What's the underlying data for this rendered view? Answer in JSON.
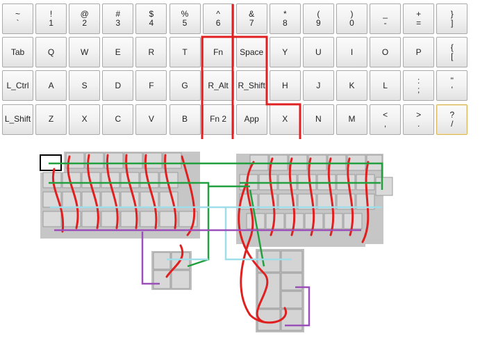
{
  "keyboard": {
    "rows": [
      [
        {
          "top": "~",
          "bottom": "`"
        },
        {
          "top": "!",
          "bottom": "1"
        },
        {
          "top": "@",
          "bottom": "2"
        },
        {
          "top": "#",
          "bottom": "3"
        },
        {
          "top": "$",
          "bottom": "4"
        },
        {
          "top": "%",
          "bottom": "5"
        },
        {
          "top": "^",
          "bottom": "6"
        },
        {
          "top": "&",
          "bottom": "7"
        },
        {
          "top": "*",
          "bottom": "8"
        },
        {
          "top": "(",
          "bottom": "9"
        },
        {
          "top": ")",
          "bottom": "0"
        },
        {
          "top": "_",
          "bottom": "-"
        },
        {
          "top": "+",
          "bottom": "="
        },
        {
          "top": "}",
          "bottom": "]"
        }
      ],
      [
        {
          "label": "Tab"
        },
        {
          "label": "Q"
        },
        {
          "label": "W"
        },
        {
          "label": "E"
        },
        {
          "label": "R"
        },
        {
          "label": "T"
        },
        {
          "label": "Fn"
        },
        {
          "label": "Space"
        },
        {
          "label": "Y"
        },
        {
          "label": "U"
        },
        {
          "label": "I"
        },
        {
          "label": "O"
        },
        {
          "label": "P"
        },
        {
          "top": "{",
          "bottom": "["
        }
      ],
      [
        {
          "label": "L_Ctrl"
        },
        {
          "label": "A"
        },
        {
          "label": "S"
        },
        {
          "label": "D"
        },
        {
          "label": "F"
        },
        {
          "label": "G"
        },
        {
          "label": "R_Alt"
        },
        {
          "label": "R_Shift"
        },
        {
          "label": "H"
        },
        {
          "label": "J"
        },
        {
          "label": "K"
        },
        {
          "label": "L"
        },
        {
          "top": ":",
          "bottom": ";"
        },
        {
          "top": "\"",
          "bottom": "'"
        }
      ],
      [
        {
          "label": "L_Shift"
        },
        {
          "label": "Z"
        },
        {
          "label": "X"
        },
        {
          "label": "C"
        },
        {
          "label": "V"
        },
        {
          "label": "B"
        },
        {
          "label": "Fn 2"
        },
        {
          "label": "App"
        },
        {
          "label": "X"
        },
        {
          "label": "N"
        },
        {
          "label": "M"
        },
        {
          "top": "<",
          "bottom": ","
        },
        {
          "top": ">",
          "bottom": "."
        },
        {
          "top": "?",
          "bottom": "/",
          "selected": true
        }
      ]
    ]
  },
  "colors": {
    "annotation_red": "#e02020",
    "annotation_green": "#22a040",
    "annotation_cyan": "#9fdde8",
    "annotation_purple": "#9a50b8",
    "keycap_gray": "#c8c8c8"
  }
}
